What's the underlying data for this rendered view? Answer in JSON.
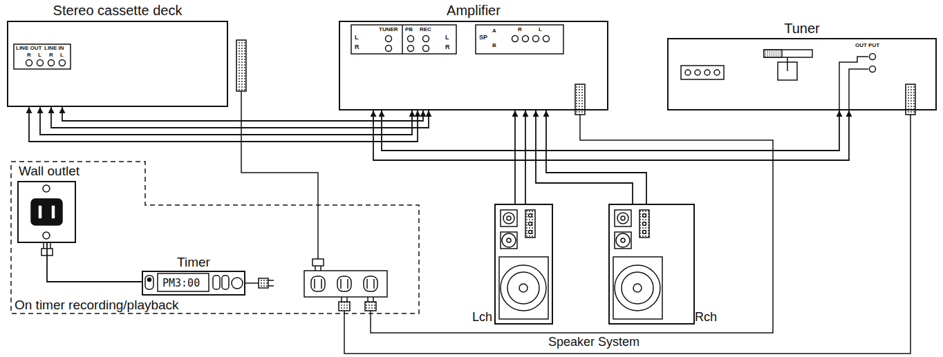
{
  "diagram": {
    "nodes": [
      {
        "text": [
          "Stereo cassette deck"
        ]
      },
      {
        "text": [
          "Amplifier"
        ]
      },
      {
        "text": [
          "Tuner"
        ]
      },
      {
        "text": [
          "On timer recording/playback"
        ]
      },
      {
        "text": [
          "Wall outlet"
        ],
        "in": 3
      },
      {
        "text": [
          "Timer",
          "PM3:00"
        ],
        "in": 3
      },
      {
        "text": [
          "Lch"
        ]
      },
      {
        "text": [
          "Rch"
        ]
      }
    ],
    "edges": [
      {
        "from": 0,
        "to": 1,
        "arrow": "both"
      },
      {
        "from": 0,
        "to": 1,
        "arrow": "both"
      },
      {
        "from": 2,
        "to": 1,
        "arrow": "both"
      },
      {
        "from": 6,
        "to": 1,
        "arrow": "to"
      },
      {
        "from": 7,
        "to": 1,
        "arrow": "to"
      },
      {
        "from": 4,
        "to": 5,
        "arrow": "none"
      }
    ],
    "labels": [
      "LINE OUT",
      "LINE IN",
      "R",
      "L",
      "R",
      "L",
      "TUNER",
      "PB",
      "REC",
      "L",
      "R",
      "L",
      "R",
      "SP",
      "A",
      "B",
      "R",
      "L",
      "OUT PUT",
      "Speaker System"
    ]
  }
}
